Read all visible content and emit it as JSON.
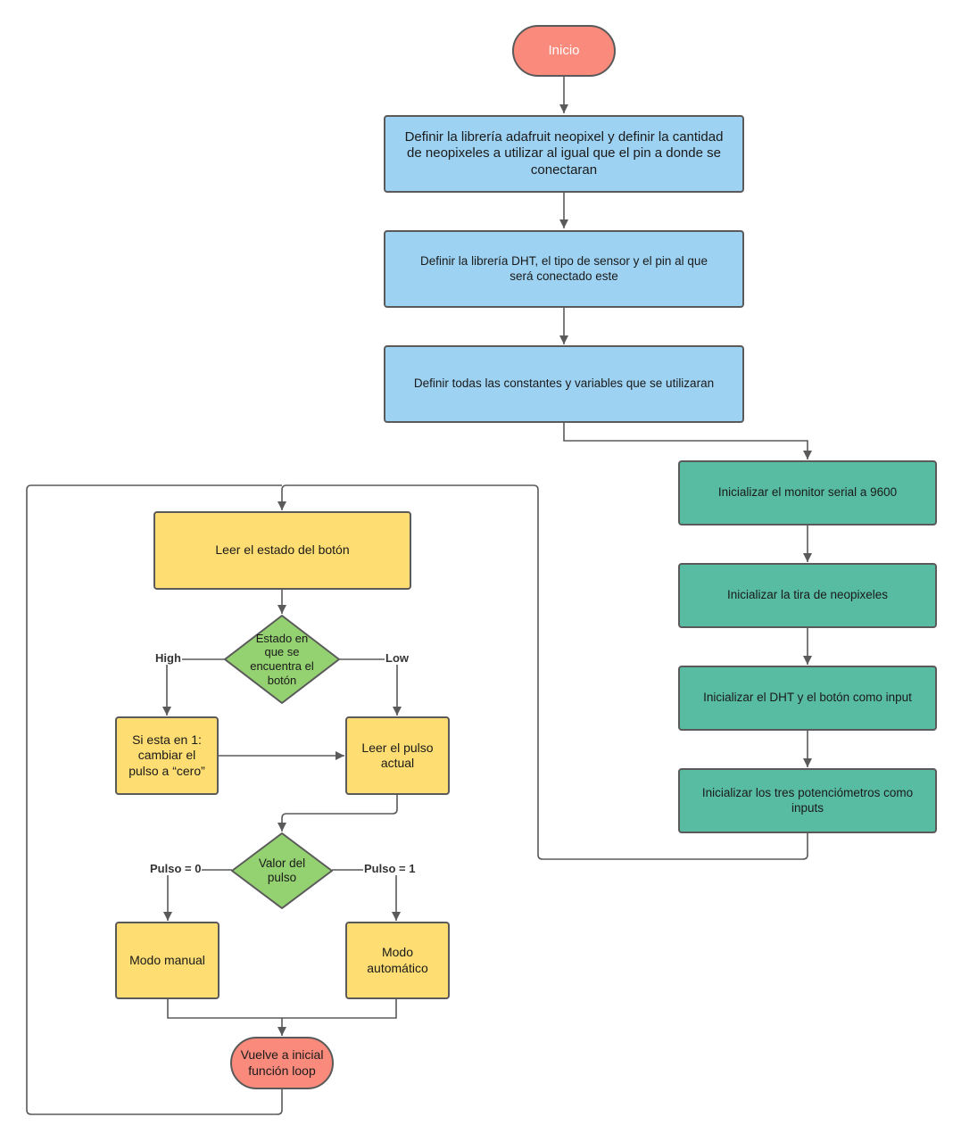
{
  "nodes": {
    "start": "Inicio",
    "define_neopixel": "Definir la librería adafruit neopixel y definir la cantidad de neopixeles a utilizar al igual que el pin a donde se conectaran",
    "define_dht": "Definir la librería DHT, el tipo de sensor y el pin al que será conectado este",
    "define_constants": "Definir todas las constantes y variables que se utilizaran",
    "init_serial": "Inicializar el monitor serial a 9600",
    "init_strip": "Inicializar la tira de neopixeles",
    "init_dht_button": "Inicializar el DHT y el botón como input",
    "init_pots": "Inicializar los tres potenciómetros como inputs",
    "read_button": "Leer el estado del botón",
    "decision_state": "Estado en que se encuentra el botón",
    "if_one": "Si esta en 1: cambiar el pulso a “cero”",
    "read_pulse": "Leer el pulso actual",
    "decision_pulse": "Valor del pulso",
    "manual_mode": "Modo manual",
    "auto_mode": "Modo automático",
    "restart_loop": "Vuelve a inicial función loop"
  },
  "edges": {
    "high": "High",
    "low": "Low",
    "pulse_zero": "Pulso = 0",
    "pulse_one": "Pulso = 1"
  },
  "colors": {
    "terminal": "#fa8a7b",
    "setup": "#9dd2f2",
    "init": "#58bca3",
    "process": "#fedd72",
    "decision": "#94d170",
    "line": "#5a5a5a"
  }
}
